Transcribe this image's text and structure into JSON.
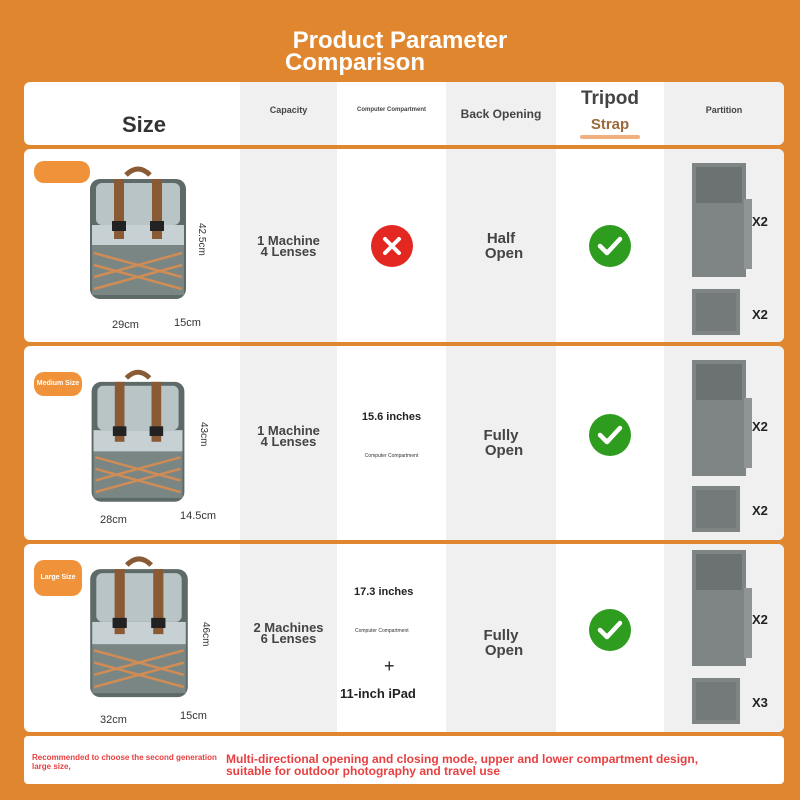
{
  "title": {
    "line1": "Product Parameter",
    "line2": "Comparison"
  },
  "headers": {
    "size": "Size",
    "capacity": "Capacity",
    "computer": "Computer Compartment",
    "back": "Back Opening",
    "tripod1": "Tripod",
    "tripod2": "Strap",
    "partition": "Partition"
  },
  "rows": [
    {
      "badge": "",
      "height": "42.5cm",
      "width": "29cm",
      "depth": "15cm",
      "capacity1": "1 Machine",
      "capacity2": "4 Lenses",
      "back1": "Half",
      "back2": "Open",
      "count1": "X2",
      "count2": "X2"
    },
    {
      "badge": "Medium Size",
      "height": "43cm",
      "width": "28cm",
      "depth": "14.5cm",
      "capacity1": "1 Machine",
      "capacity2": "4 Lenses",
      "computer_size": "15.6 inches",
      "computer_label": "Computer Compartment",
      "back1": "Fully",
      "back2": "Open",
      "count1": "X2",
      "count2": "X2"
    },
    {
      "badge": "Large Size",
      "height": "46cm",
      "width": "32cm",
      "depth": "15cm",
      "capacity1": "2 Machines",
      "capacity2": "6 Lenses",
      "computer_size": "17.3 inches",
      "computer_label": "Computer Compartment",
      "plus": "+",
      "ipad": "11-inch iPad",
      "back1": "Fully",
      "back2": "Open",
      "count1": "X2",
      "count2": "X3"
    }
  ],
  "footer": {
    "left": "Recommended to choose the second generation large size,",
    "right": "Multi-directional opening and closing mode, upper and lower compartment design, suitable for outdoor photography and travel use"
  },
  "colors": {
    "background": "#e0862e",
    "cross": "#e32822",
    "check": "#2e9c1e"
  }
}
